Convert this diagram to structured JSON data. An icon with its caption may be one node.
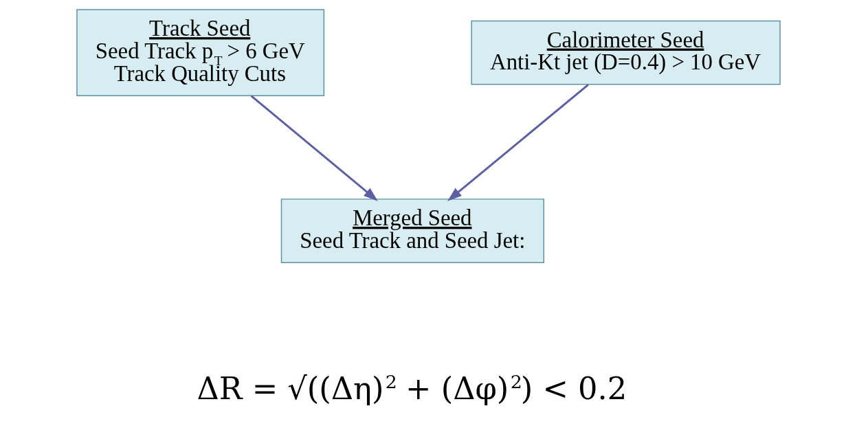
{
  "diagram": {
    "nodes": [
      {
        "text": [
          "Track Seed",
          "Seed Track p$_{T}$ > 6 GeV",
          "Track Quality Cuts"
        ]
      },
      {
        "text": [
          "Calorimeter Seed",
          "Anti-Kt jet (D=0.4) > 10 GeV"
        ]
      },
      {
        "text": [
          "Merged Seed",
          "Seed Track and Seed Jet:"
        ]
      }
    ],
    "edges": [
      {
        "from": 0,
        "to": 2,
        "arrow": "to"
      },
      {
        "from": 1,
        "to": 2,
        "arrow": "to"
      }
    ],
    "labels": [
      "ΔR = √((Δη)$^{2}$ + (Δφ)$^{2}$) < 0.2"
    ]
  }
}
